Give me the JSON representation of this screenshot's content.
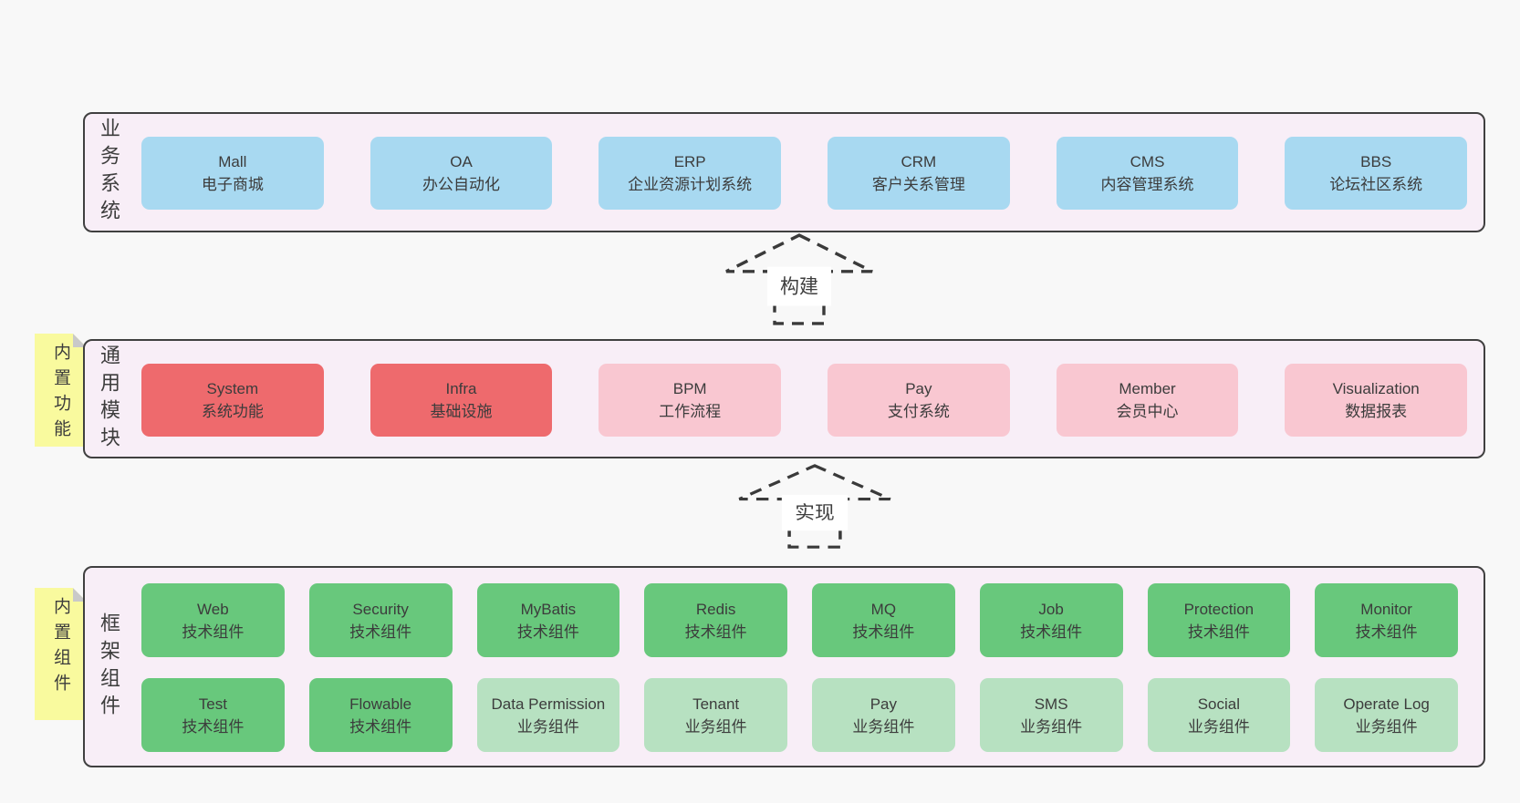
{
  "colors": {
    "page-bg": "#f8f8f8",
    "layer-bg": "#f8eef7",
    "layer-border": "#404040",
    "box-blue": "#a8d9f1",
    "box-red": "#ee6a6d",
    "box-pink": "#f9c7d1",
    "box-green": "#68c87c",
    "box-green-light": "#b7e1c1",
    "note-yellow": "#f9fa9e",
    "note-fold": "#c9c9c9",
    "text": "#3d3d3d",
    "arrow-stroke": "#3a3a3a"
  },
  "layers": [
    {
      "id": "business-systems",
      "label": "业务系统",
      "boxes": [
        {
          "title": "Mall",
          "subtitle": "电子商城"
        },
        {
          "title": "OA",
          "subtitle": "办公自动化"
        },
        {
          "title": "ERP",
          "subtitle": "企业资源计划系统"
        },
        {
          "title": "CRM",
          "subtitle": "客户关系管理"
        },
        {
          "title": "CMS",
          "subtitle": "内容管理系统"
        },
        {
          "title": "BBS",
          "subtitle": "论坛社区系统"
        }
      ]
    },
    {
      "id": "common-modules",
      "label": "通用模块",
      "note": "内置功能",
      "boxes": [
        {
          "title": "System",
          "subtitle": "系统功能"
        },
        {
          "title": "Infra",
          "subtitle": "基础设施"
        },
        {
          "title": "BPM",
          "subtitle": "工作流程"
        },
        {
          "title": "Pay",
          "subtitle": "支付系统"
        },
        {
          "title": "Member",
          "subtitle": "会员中心"
        },
        {
          "title": "Visualization",
          "subtitle": "数据报表"
        }
      ]
    },
    {
      "id": "framework-components",
      "label": "框架组件",
      "note": "内置组件",
      "rows": [
        [
          {
            "title": "Web",
            "subtitle": "技术组件"
          },
          {
            "title": "Security",
            "subtitle": "技术组件"
          },
          {
            "title": "MyBatis",
            "subtitle": "技术组件"
          },
          {
            "title": "Redis",
            "subtitle": "技术组件"
          },
          {
            "title": "MQ",
            "subtitle": "技术组件"
          },
          {
            "title": "Job",
            "subtitle": "技术组件"
          },
          {
            "title": "Protection",
            "subtitle": "技术组件"
          },
          {
            "title": "Monitor",
            "subtitle": "技术组件"
          }
        ],
        [
          {
            "title": "Test",
            "subtitle": "技术组件"
          },
          {
            "title": "Flowable",
            "subtitle": "技术组件"
          },
          {
            "title": "Data Permission",
            "subtitle": "业务组件"
          },
          {
            "title": "Tenant",
            "subtitle": "业务组件"
          },
          {
            "title": "Pay",
            "subtitle": "业务组件"
          },
          {
            "title": "SMS",
            "subtitle": "业务组件"
          },
          {
            "title": "Social",
            "subtitle": "业务组件"
          },
          {
            "title": "Operate Log",
            "subtitle": "业务组件"
          }
        ]
      ]
    }
  ],
  "arrows": [
    {
      "label": "构建"
    },
    {
      "label": "实现"
    }
  ]
}
